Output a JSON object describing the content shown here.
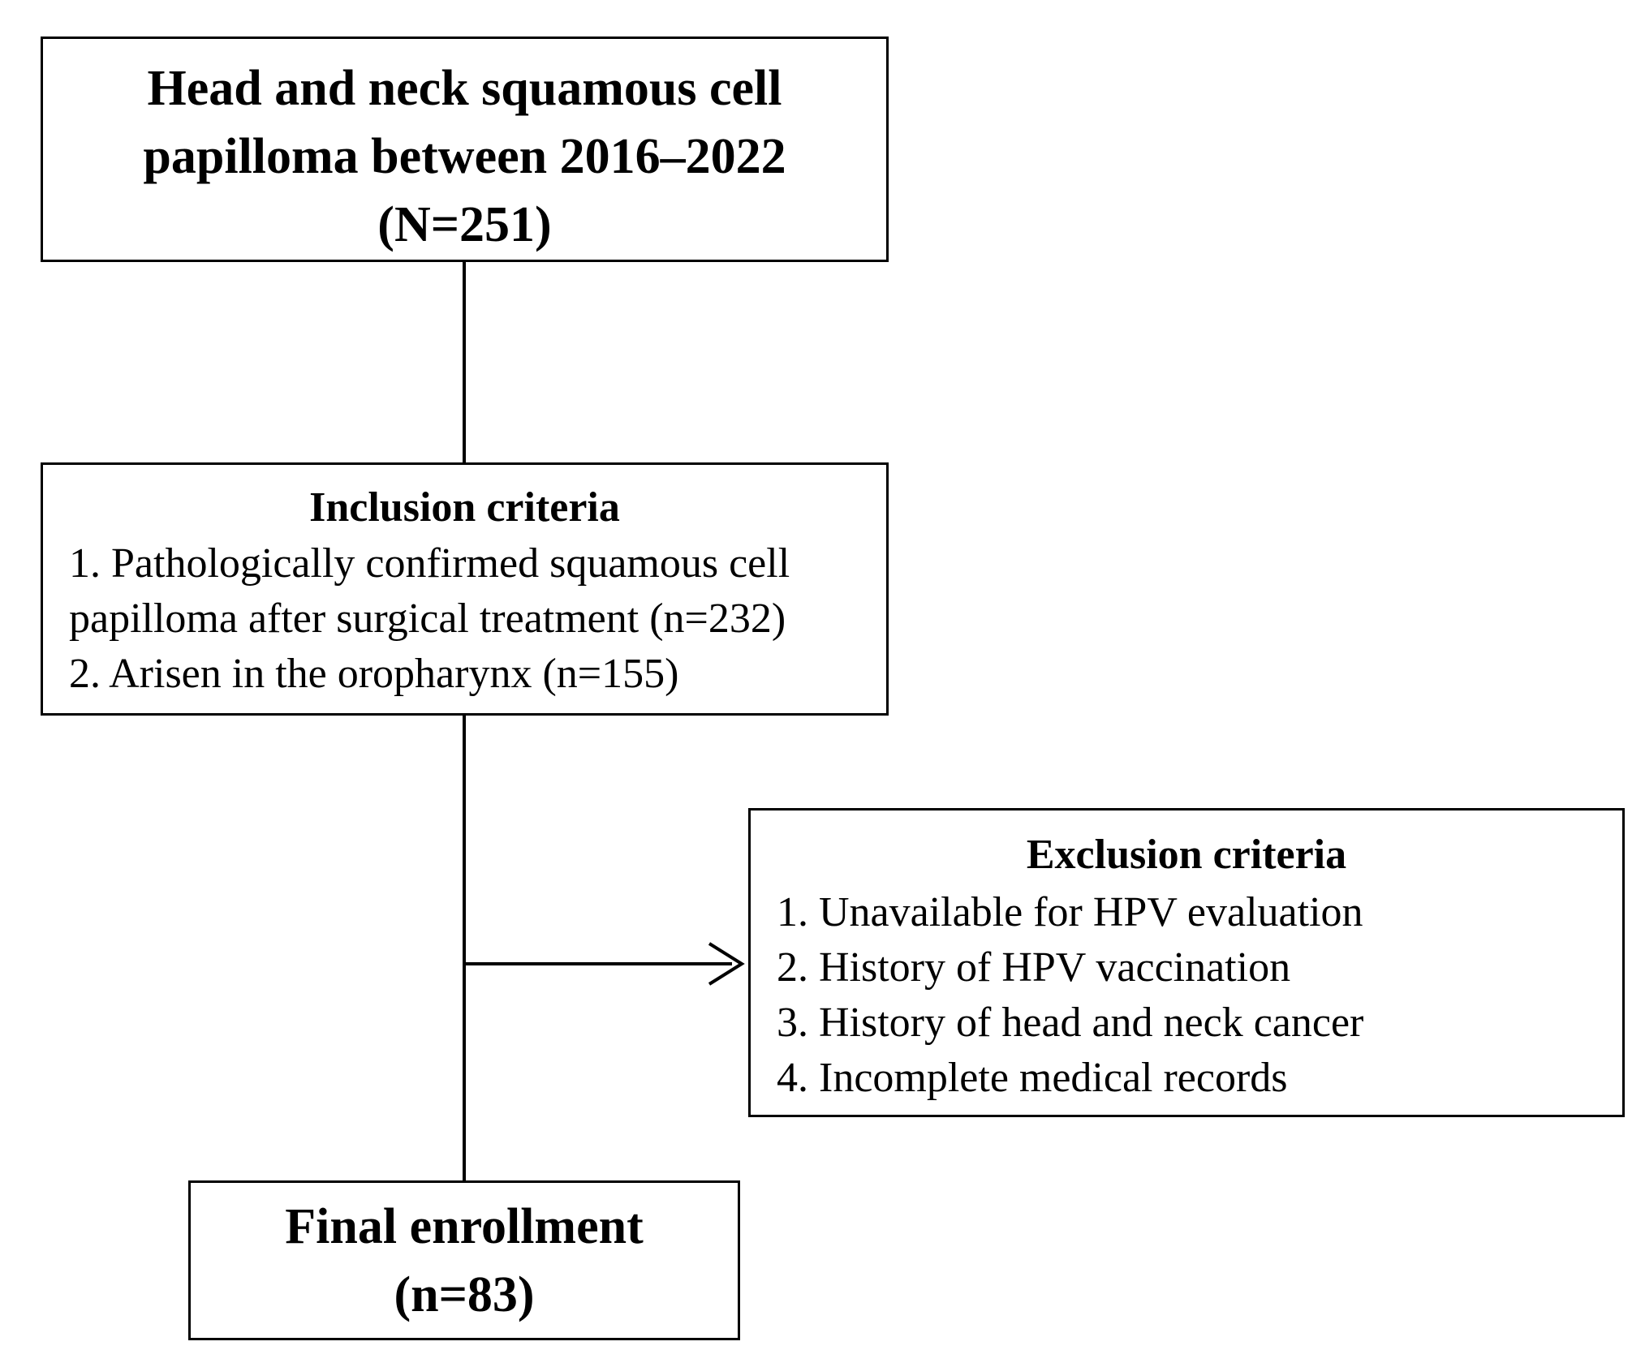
{
  "flowchart": {
    "top_box": {
      "lines": [
        "Head and neck squamous cell",
        "papilloma between 2016–2022",
        "(N=251)"
      ]
    },
    "inclusion_box": {
      "heading": "Inclusion criteria",
      "items": [
        "1. Pathologically confirmed squamous cell",
        "papilloma after surgical treatment (n=232)",
        "2. Arisen in the oropharynx (n=155)"
      ]
    },
    "exclusion_box": {
      "heading": "Exclusion criteria",
      "items": [
        "1. Unavailable for HPV evaluation",
        "2. History of HPV vaccination",
        "3. History of head and neck cancer",
        "4. Incomplete medical records"
      ]
    },
    "final_box": {
      "lines": [
        "Final enrollment",
        "(n=83)"
      ]
    },
    "colors": {
      "stroke": "#000000",
      "background": "#ffffff"
    }
  }
}
